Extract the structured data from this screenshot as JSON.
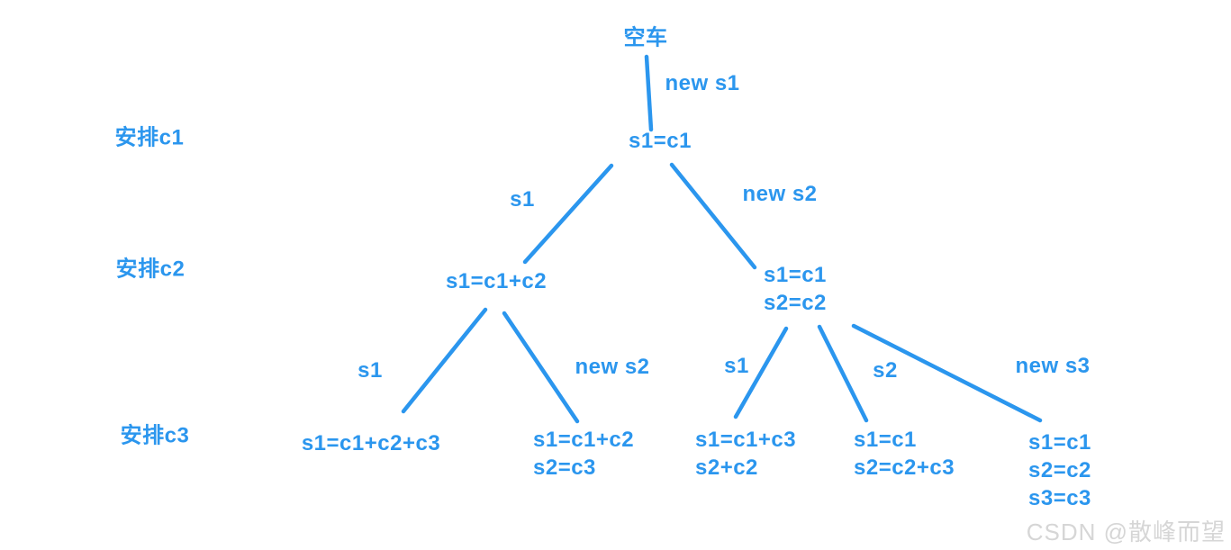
{
  "colors": {
    "accent": "#2b96ee",
    "watermark_gray": "#d6d6d6",
    "background": "#ffffff"
  },
  "rows": [
    {
      "label": "安排c1"
    },
    {
      "label": "安排c2"
    },
    {
      "label": "安排c3"
    }
  ],
  "tree": {
    "root_label": "空车",
    "nodes": [
      {
        "id": "n0",
        "lines": [
          "s1=c1"
        ]
      },
      {
        "id": "n1",
        "lines": [
          "s1=c1+c2"
        ]
      },
      {
        "id": "n2",
        "lines": [
          "s1=c1",
          "s2=c2"
        ]
      },
      {
        "id": "n3",
        "lines": [
          "s1=c1+c2+c3"
        ]
      },
      {
        "id": "n4",
        "lines": [
          "s1=c1+c2",
          "s2=c3"
        ]
      },
      {
        "id": "n5",
        "lines": [
          "s1=c1+c3",
          "s2+c2"
        ]
      },
      {
        "id": "n6",
        "lines": [
          "s1=c1",
          "s2=c2+c3"
        ]
      },
      {
        "id": "n7",
        "lines": [
          "s1=c1",
          "s2=c2",
          "s3=c3"
        ]
      }
    ],
    "edges": [
      {
        "label": "new s1",
        "from": "root",
        "to": "n0"
      },
      {
        "label": "s1",
        "from": "n0",
        "to": "n1"
      },
      {
        "label": "new s2",
        "from": "n0",
        "to": "n2"
      },
      {
        "label": "s1",
        "from": "n1",
        "to": "n3"
      },
      {
        "label": "new s2",
        "from": "n1",
        "to": "n4"
      },
      {
        "label": "s1",
        "from": "n2",
        "to": "n5"
      },
      {
        "label": "s2",
        "from": "n2",
        "to": "n6"
      },
      {
        "label": "new s3",
        "from": "n2",
        "to": "n7"
      }
    ]
  },
  "watermark": {
    "text": "CSDN @散峰而望"
  }
}
